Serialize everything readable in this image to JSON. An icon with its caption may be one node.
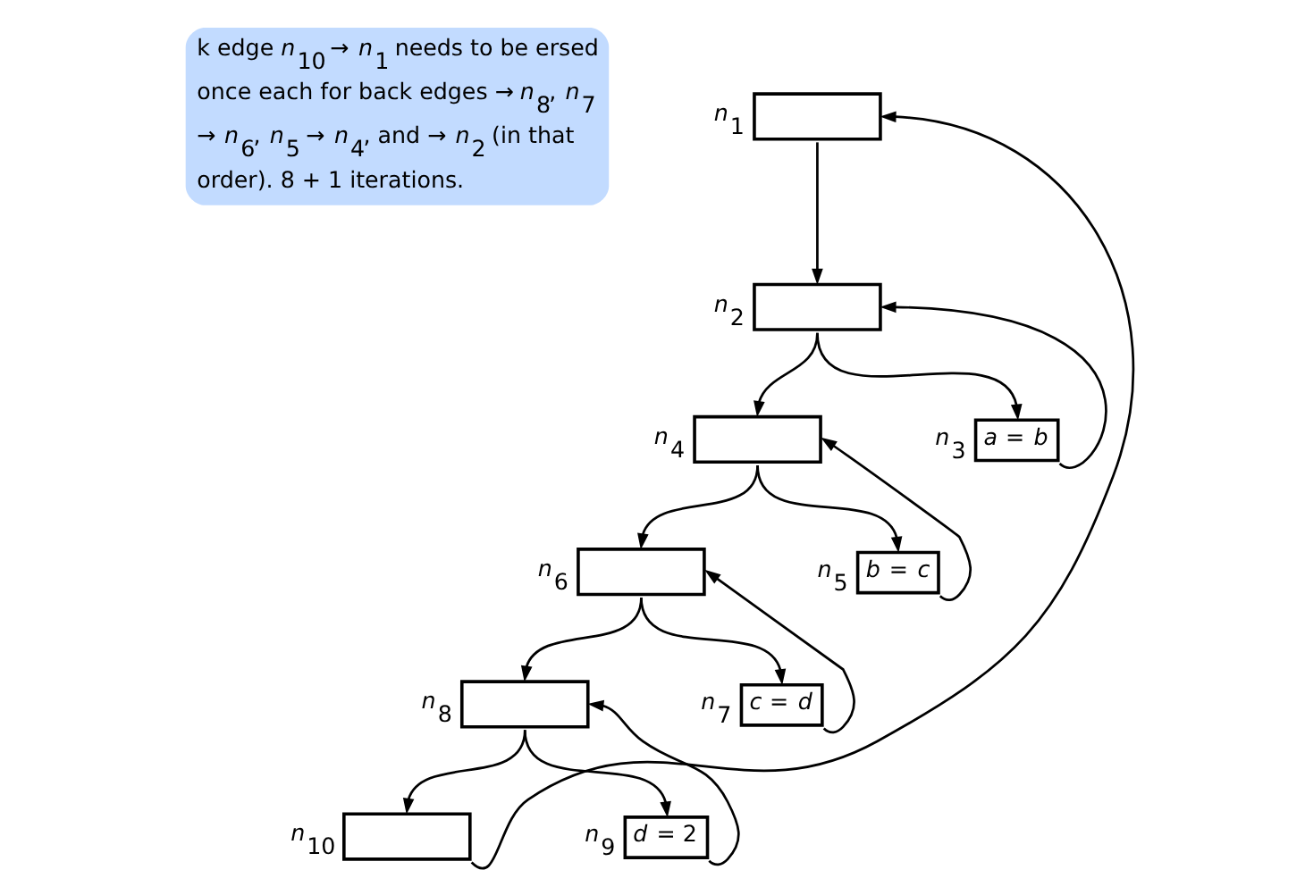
{
  "diagram": {
    "nodes": [
      {
        "text": [],
        "shape": "box",
        "beside": [
          "*n*$_{1}$"
        ]
      },
      {
        "text": [],
        "shape": "box",
        "beside": [
          "*n*$_{2}$"
        ]
      },
      {
        "text": [],
        "shape": "box",
        "beside": [
          "*n*$_{4}$"
        ]
      },
      {
        "text": [
          "*a* = *b*"
        ],
        "beside": [
          "*n*$_{3}$"
        ]
      },
      {
        "text": [],
        "shape": "box",
        "beside": [
          "*n*$_{6}$"
        ]
      },
      {
        "text": [
          "*b* = *c*"
        ],
        "beside": [
          "*n*$_{5}$"
        ]
      },
      {
        "text": [],
        "shape": "box",
        "beside": [
          "*n*$_{8}$"
        ]
      },
      {
        "text": [
          "*c* = *d*"
        ],
        "beside": [
          "*n*$_{7}$"
        ]
      },
      {
        "text": [],
        "shape": "box",
        "beside": [
          "*n*$_{10}$"
        ]
      },
      {
        "text": [
          "*d* = 2"
        ],
        "beside": [
          "*n*$_{9}$"
        ]
      }
    ],
    "edges": [
      {
        "from": 0,
        "to": 1,
        "arrow": "to"
      },
      {
        "from": 1,
        "to": 2,
        "arrow": "to"
      },
      {
        "from": 1,
        "to": 3,
        "arrow": "to"
      },
      {
        "from": 3,
        "to": 1,
        "arrow": "to"
      },
      {
        "from": 2,
        "to": 4,
        "arrow": "to"
      },
      {
        "from": 2,
        "to": 5,
        "arrow": "to"
      },
      {
        "from": 5,
        "to": 2,
        "arrow": "to"
      },
      {
        "from": 4,
        "to": 6,
        "arrow": "to"
      },
      {
        "from": 4,
        "to": 7,
        "arrow": "to"
      },
      {
        "from": 7,
        "to": 4,
        "arrow": "to"
      },
      {
        "from": 6,
        "to": 8,
        "arrow": "to"
      },
      {
        "from": 6,
        "to": 9,
        "arrow": "to"
      },
      {
        "from": 9,
        "to": 6,
        "arrow": "to"
      },
      {
        "from": 8,
        "to": 0,
        "arrow": "to"
      }
    ],
    "labels": [
      "k edge *n*$_{10}$ → *n*$_{1}$ needs to be ersed once each for back edges → *n*$_{8}$, *n*$_{7}$ → *n*$_{6}$, *n*$_{5}$ → *n*$_{4}$, and → *n*$_{2}$ (in that order). 8 + 1 iterations."
    ]
  }
}
